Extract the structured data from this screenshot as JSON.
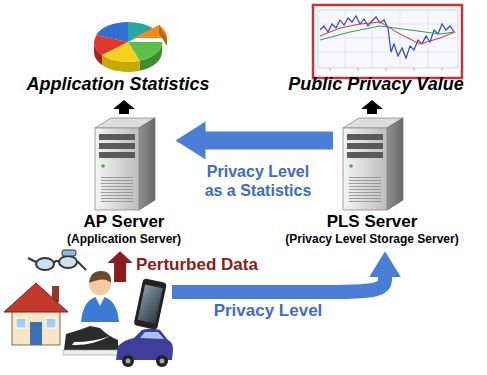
{
  "diagram": {
    "nodes": [
      {
        "text": [
          "Application Statistics"
        ]
      },
      {
        "text": [
          "Public Privacy Value"
        ]
      },
      {
        "text": [
          "AP Server",
          "(Application Server)"
        ]
      },
      {
        "text": [
          "PLS Server",
          "(Privacy Level Storage Server)"
        ]
      },
      {
        "text": []
      }
    ],
    "edges": [
      {
        "from": 2,
        "to": 0,
        "arrow": "to"
      },
      {
        "from": 3,
        "to": 1,
        "arrow": "to"
      },
      {
        "from": 3,
        "to": 2,
        "label": "Privacy Level as a Statistics",
        "arrow": "to"
      },
      {
        "from": 4,
        "to": 2,
        "label": "Perturbed Data",
        "arrow": "to"
      },
      {
        "from": 4,
        "to": 3,
        "label": "Privacy Level",
        "arrow": "to"
      }
    ]
  }
}
